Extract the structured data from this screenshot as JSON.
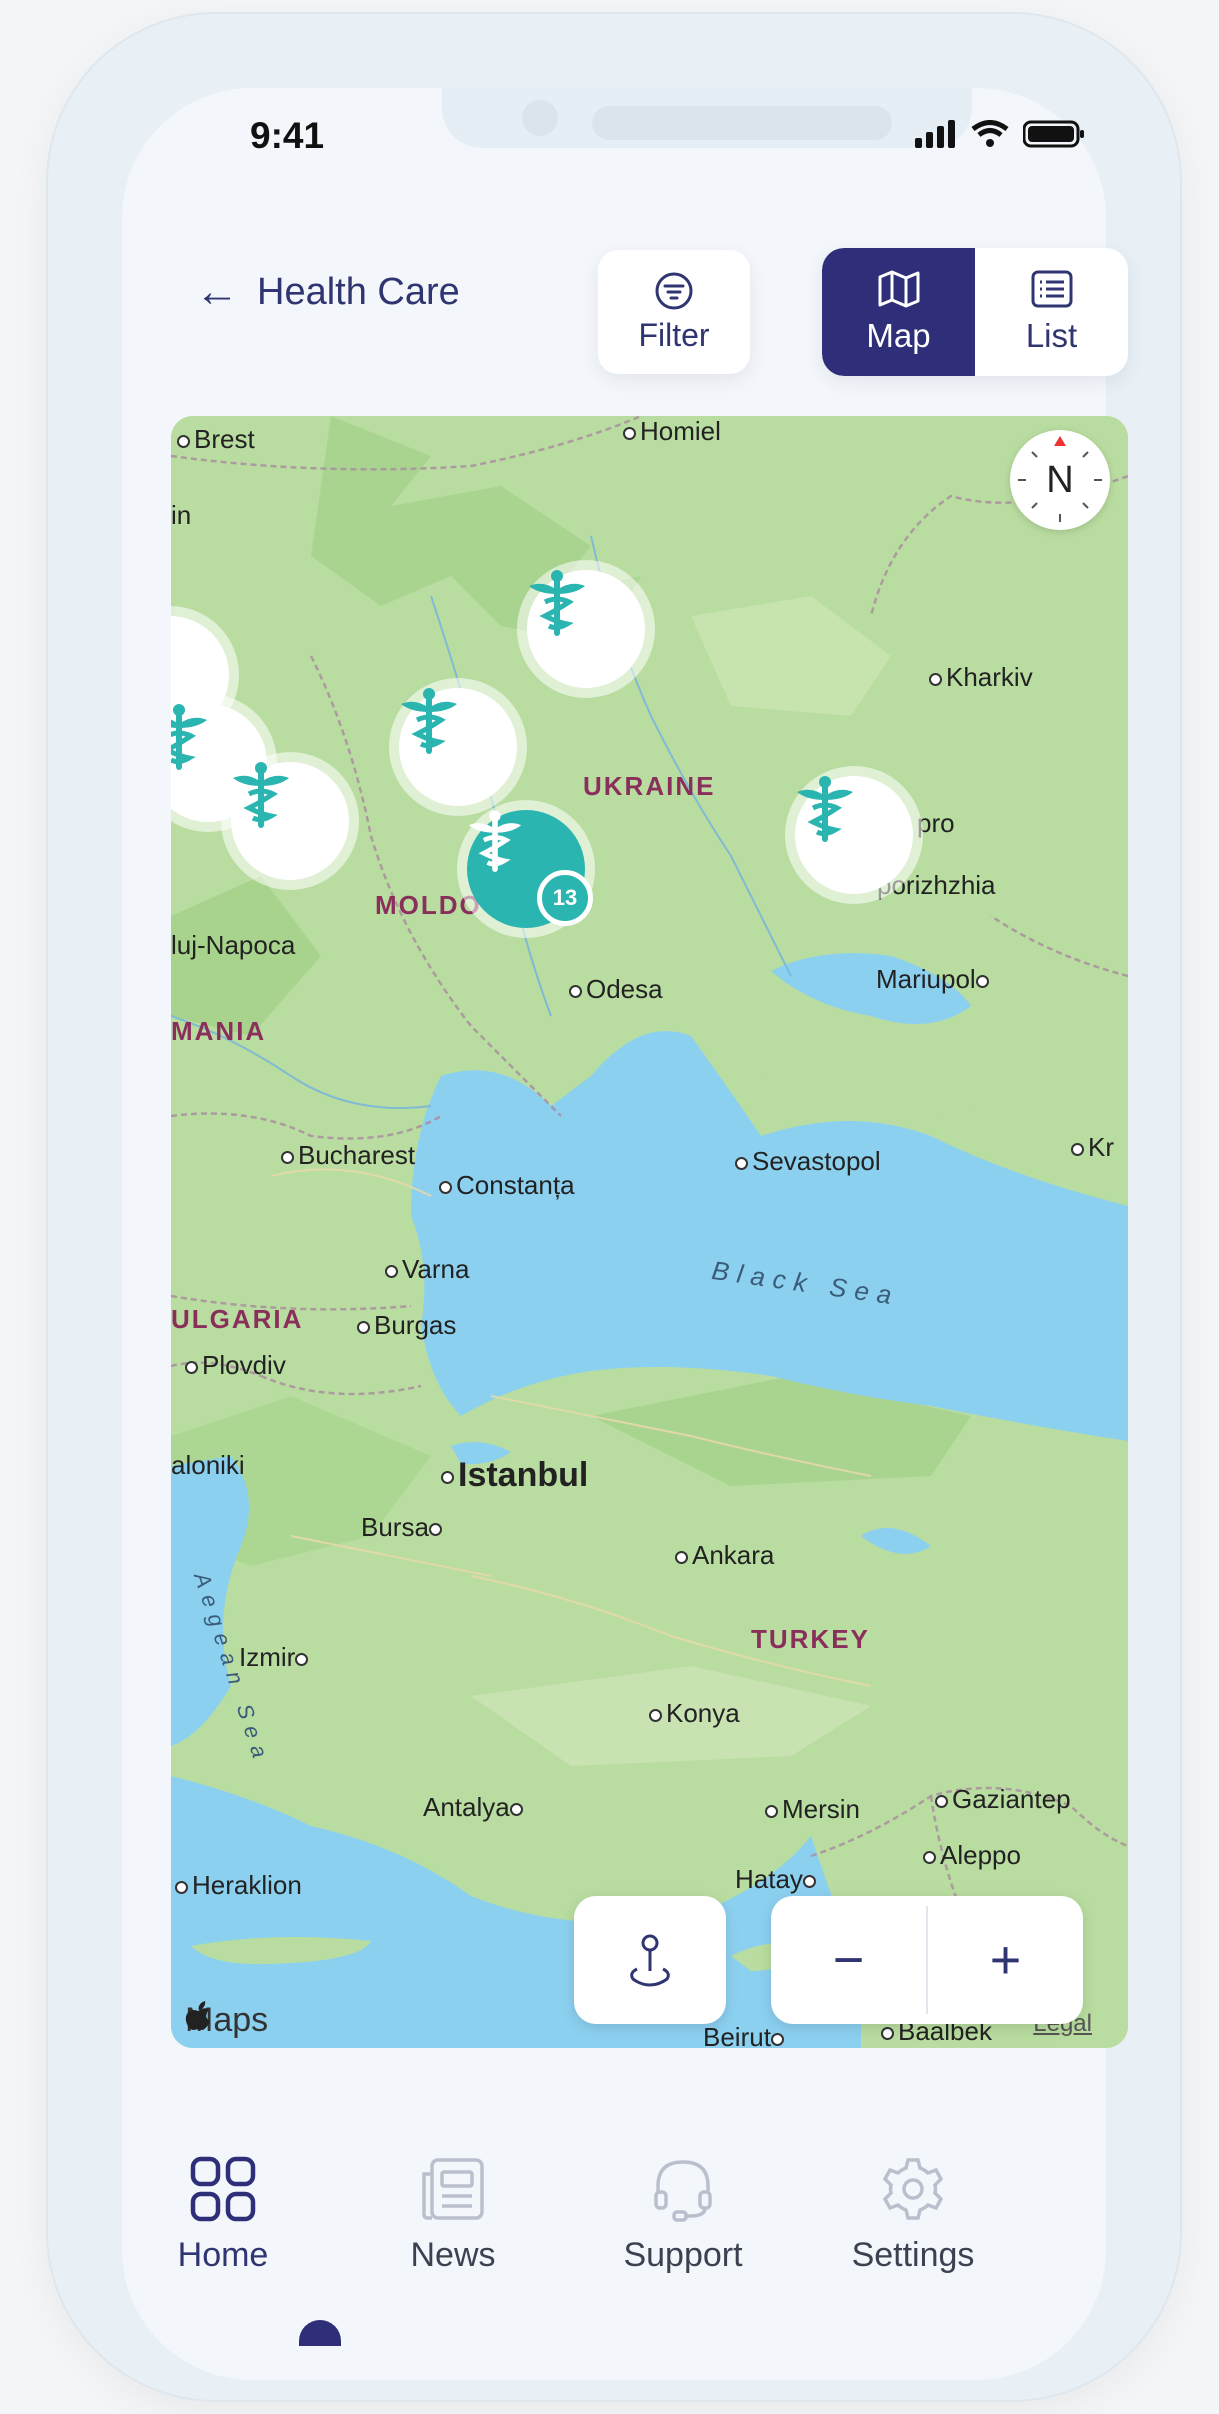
{
  "status": {
    "time": "9:41"
  },
  "header": {
    "back_icon": "arrow-left-icon",
    "title": "Health Care",
    "filter": {
      "icon": "filter-icon",
      "label": "Filter"
    },
    "view_toggle": {
      "options": [
        {
          "label": "Map",
          "icon": "map-icon",
          "active": true
        },
        {
          "label": "List",
          "icon": "list-icon",
          "active": false
        }
      ]
    }
  },
  "map": {
    "provider_label": "Maps",
    "legal_label": "Legal",
    "compass_label": "N",
    "active_cluster_count": "13",
    "labels": {
      "brest": "Brest",
      "homiel": "Homiel",
      "in": "in",
      "kharkiv": "Kharkiv",
      "ukraine": "UKRAINE",
      "dnipro": "pro",
      "zaporizhzhia": "porizhzhia",
      "moldova": "MOLDO",
      "cluj": "luj-Napoca",
      "odesa": "Odesa",
      "mariupol": "Mariupol",
      "romania": "MANIA",
      "bucharest": "Bucharest",
      "constanta": "Constanța",
      "sevastopol": "Sevastopol",
      "kr": "Kr",
      "varna": "Varna",
      "black_sea": "Black Sea",
      "bulgaria": "ULGARIA",
      "burgas": "Burgas",
      "plovdiv": "Plovdiv",
      "thessaloniki": "aloniki",
      "istanbul": "Istanbul",
      "bursa": "Bursa",
      "ankara": "Ankara",
      "aegean": "Aegean Sea",
      "izmir": "Izmir",
      "turkey": "TURKEY",
      "konya": "Konya",
      "antalya": "Antalya",
      "mersin": "Mersin",
      "gaziantep": "Gaziantep",
      "heraklion": "Heraklion",
      "hatay": "Hatay",
      "aleppo": "Aleppo",
      "baalbek": "Baalbek",
      "beirut": "Beirut"
    },
    "pins_icon": "medical-caduceus-icon",
    "controls": {
      "locate_icon": "location-pin-icon",
      "zoom_out": "−",
      "zoom_in": "+"
    }
  },
  "tabbar": {
    "items": [
      {
        "label": "Home",
        "icon": "grid-icon",
        "active": true
      },
      {
        "label": "News",
        "icon": "newspaper-icon",
        "active": false
      },
      {
        "label": "Support",
        "icon": "headset-icon",
        "active": false
      },
      {
        "label": "Settings",
        "icon": "gear-icon",
        "active": false
      }
    ]
  },
  "colors": {
    "primary": "#2e2f78",
    "teal": "#2bb5b0",
    "sea": "#8cd0f0",
    "land": "#b9dda0"
  }
}
